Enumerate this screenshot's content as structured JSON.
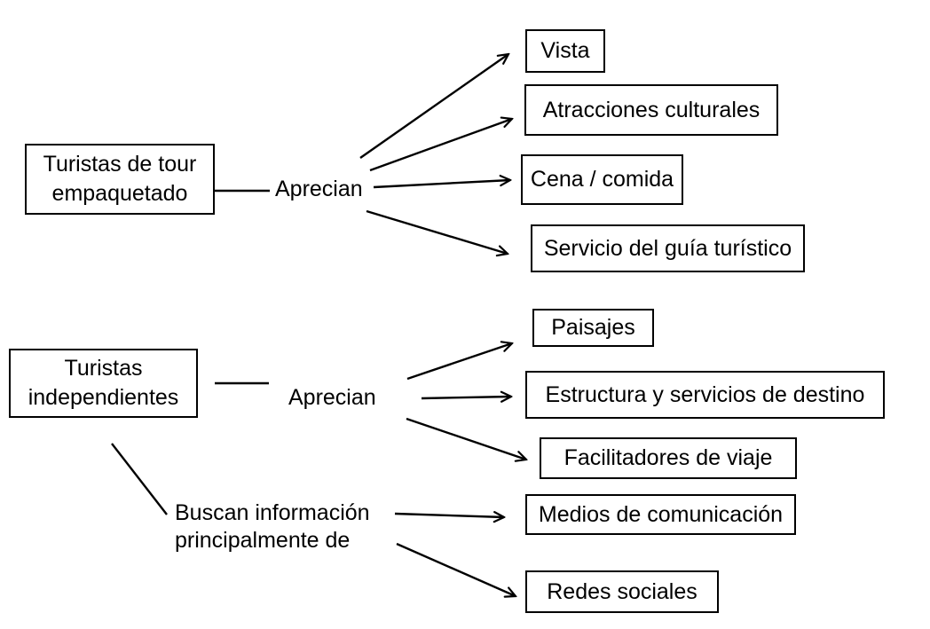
{
  "canvas": {
    "background": "#ffffff",
    "ink": "#000000"
  },
  "nodes": {
    "tour_packaged": "Turistas de tour empaquetado",
    "vista": "Vista",
    "atracciones": "Atracciones culturales",
    "cena": "Cena / comida",
    "servicio": "Servicio del guía turístico",
    "independientes": "Turistas independientes",
    "paisajes": "Paisajes",
    "estructura": "Estructura y servicios de destino",
    "facilitadores": "Facilitadores de viaje",
    "medios": "Medios de comunicación",
    "redes": "Redes sociales"
  },
  "relations": {
    "aprecian_tour": "Aprecian",
    "aprecian_indep": "Aprecian",
    "buscan_info": "Buscan información principalmente de"
  },
  "edges": [
    {
      "from": "Turistas de tour empaquetado",
      "relation": "Aprecian",
      "to": "Vista"
    },
    {
      "from": "Turistas de tour empaquetado",
      "relation": "Aprecian",
      "to": "Atracciones culturales"
    },
    {
      "from": "Turistas de tour empaquetado",
      "relation": "Aprecian",
      "to": "Cena / comida"
    },
    {
      "from": "Turistas de tour empaquetado",
      "relation": "Aprecian",
      "to": "Servicio del guía turístico"
    },
    {
      "from": "Turistas independientes",
      "relation": "Aprecian",
      "to": "Paisajes"
    },
    {
      "from": "Turistas independientes",
      "relation": "Aprecian",
      "to": "Estructura y servicios de destino"
    },
    {
      "from": "Turistas independientes",
      "relation": "Aprecian",
      "to": "Facilitadores de viaje"
    },
    {
      "from": "Turistas independientes",
      "relation": "Buscan información principalmente de",
      "to": "Medios de comunicación"
    },
    {
      "from": "Turistas independientes",
      "relation": "Buscan información principalmente de",
      "to": "Redes sociales"
    }
  ]
}
